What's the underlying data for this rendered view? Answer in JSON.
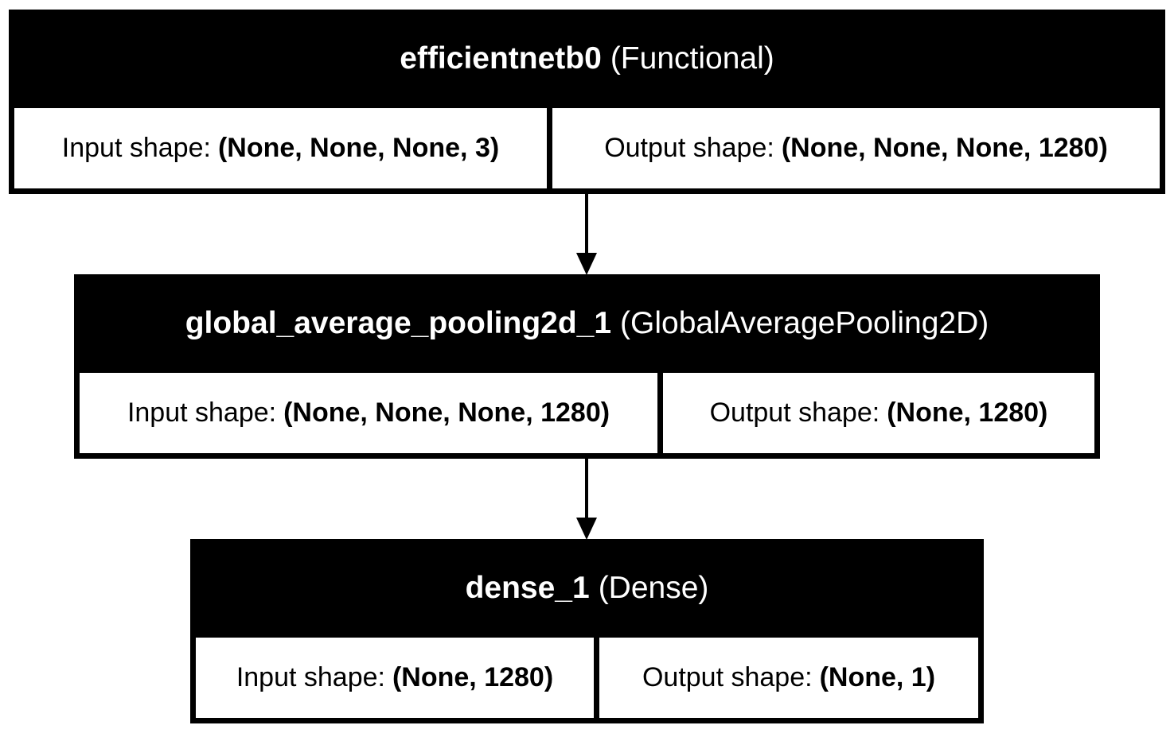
{
  "diagram": {
    "nodes": [
      {
        "id": "efficientnetb0",
        "name": "efficientnetb0",
        "type": "(Functional)",
        "input_label": "Input shape:",
        "input_shape": "(None, None, None, 3)",
        "output_label": "Output shape:",
        "output_shape": "(None, None, None, 1280)"
      },
      {
        "id": "global_average_pooling2d_1",
        "name": "global_average_pooling2d_1",
        "type": "(GlobalAveragePooling2D)",
        "input_label": "Input shape:",
        "input_shape": "(None, None, None, 1280)",
        "output_label": "Output shape:",
        "output_shape": "(None, 1280)"
      },
      {
        "id": "dense_1",
        "name": "dense_1",
        "type": "(Dense)",
        "input_label": "Input shape:",
        "input_shape": "(None, 1280)",
        "output_label": "Output shape:",
        "output_shape": "(None, 1)"
      }
    ],
    "edges": [
      {
        "from": "efficientnetb0",
        "to": "global_average_pooling2d_1"
      },
      {
        "from": "global_average_pooling2d_1",
        "to": "dense_1"
      }
    ],
    "colors": {
      "header_bg": "#000000",
      "header_text": "#ffffff",
      "cell_bg": "#ffffff",
      "cell_text": "#000000",
      "edge": "#000000"
    }
  }
}
